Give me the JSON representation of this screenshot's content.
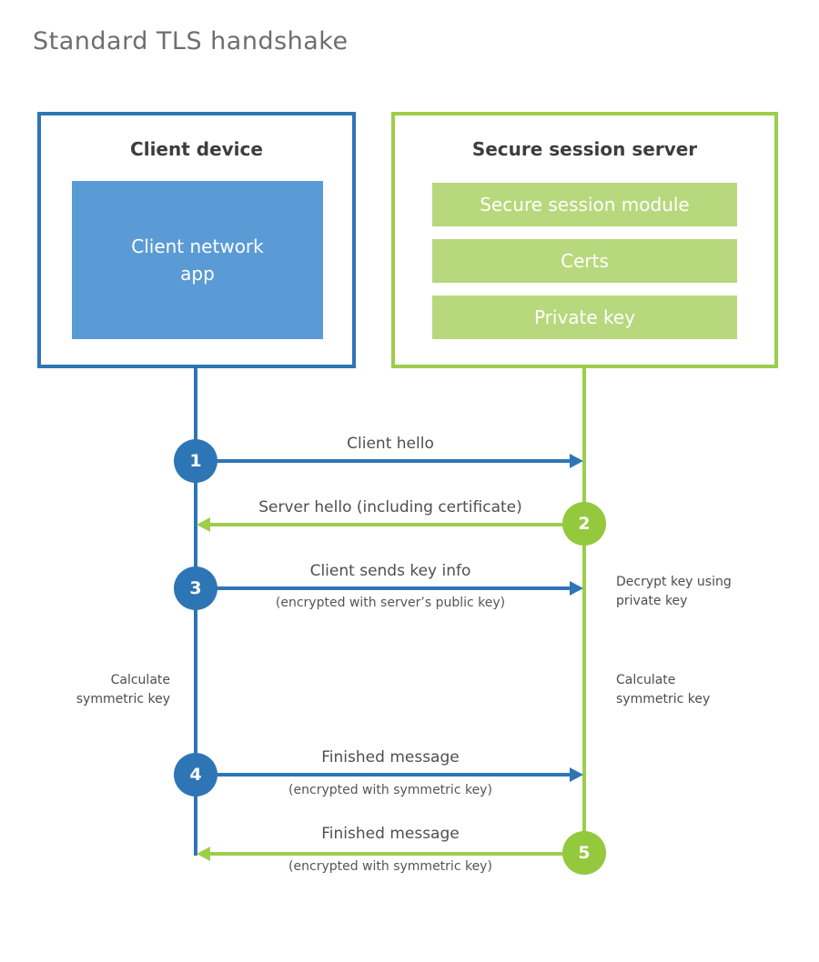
{
  "title": "Standard TLS handshake",
  "colors": {
    "blue": "#2e75b6",
    "blue_fill": "#5b9bd5",
    "green_line": "#9dce4a",
    "green_circle": "#94c83d",
    "green_bar_fill": "#b7d87c",
    "title_text": "#6e6e6e",
    "heading_text": "#3d3d3d",
    "label_text": "#4f4f4f"
  },
  "client_box": {
    "title": "Client device",
    "app_lines": [
      "Client network",
      "app"
    ]
  },
  "server_box": {
    "title": "Secure session server",
    "modules": [
      "Secure session module",
      "Certs",
      "Private key"
    ]
  },
  "steps": [
    {
      "num": "1",
      "label": "Client hello",
      "sublabel": "",
      "direction": "right",
      "color": "blue"
    },
    {
      "num": "2",
      "label": "Server hello (including certificate)",
      "sublabel": "",
      "direction": "left",
      "color": "green"
    },
    {
      "num": "3",
      "label": "Client sends key info",
      "sublabel": "(encrypted with server’s public key)",
      "direction": "right",
      "color": "blue"
    },
    {
      "num": "4",
      "label": "Finished message",
      "sublabel": "(encrypted with symmetric key)",
      "direction": "right",
      "color": "blue"
    },
    {
      "num": "5",
      "label": "Finished message",
      "sublabel": "(encrypted with symmetric key)",
      "direction": "left",
      "color": "green"
    }
  ],
  "annotations": {
    "decrypt_lines": [
      "Decrypt key using",
      "private key"
    ],
    "calc_left_lines": [
      "Calculate",
      "symmetric key"
    ],
    "calc_right_lines": [
      "Calculate",
      "symmetric key"
    ]
  }
}
